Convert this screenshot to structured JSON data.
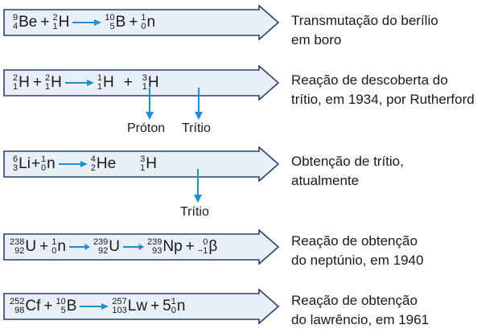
{
  "rows": [
    {
      "description": [
        "Transmutação do berílio",
        "em boro"
      ],
      "nuclides": [
        {
          "mass": "9",
          "atomic": "4",
          "symbol": "Be"
        },
        {
          "mass": "2",
          "atomic": "1",
          "symbol": "H"
        },
        {
          "mass": "10",
          "atomic": "5",
          "symbol": "B"
        },
        {
          "mass": "1",
          "atomic": "0",
          "symbol": "n"
        }
      ],
      "ops": [
        "+",
        "+"
      ]
    },
    {
      "description": [
        "Reação de descoberta do",
        "trítio, em 1934, por Rutherford"
      ],
      "nuclides": [
        {
          "mass": "2",
          "atomic": "1",
          "symbol": "H"
        },
        {
          "mass": "2",
          "atomic": "1",
          "symbol": "H"
        },
        {
          "mass": "1",
          "atomic": "1",
          "symbol": "H"
        },
        {
          "mass": "3",
          "atomic": "1",
          "symbol": "H"
        }
      ],
      "ops": [
        "+",
        "+"
      ],
      "product_labels": [
        "Próton",
        "Trítio"
      ]
    },
    {
      "description": [
        "Obtenção de trítio,",
        "atualmente"
      ],
      "nuclides": [
        {
          "mass": "6",
          "atomic": "3",
          "symbol": "Li"
        },
        {
          "mass": "1",
          "atomic": "0",
          "symbol": "n"
        },
        {
          "mass": "4",
          "atomic": "2",
          "symbol": "He"
        },
        {
          "mass": "3",
          "atomic": "1",
          "symbol": "H"
        }
      ],
      "ops": [
        "+"
      ],
      "product_labels": [
        "Trítio"
      ]
    },
    {
      "description": [
        "Reação de obtenção",
        "do neptúnio, em 1940"
      ],
      "nuclides": [
        {
          "mass": "238",
          "atomic": "92",
          "symbol": "U"
        },
        {
          "mass": "1",
          "atomic": "0",
          "symbol": "n"
        },
        {
          "mass": "239",
          "atomic": "92",
          "symbol": "U"
        },
        {
          "mass": "239",
          "atomic": "93",
          "symbol": "Np"
        },
        {
          "mass": "0",
          "atomic": "−1",
          "symbol": "β"
        }
      ],
      "ops": [
        "+",
        "+"
      ]
    },
    {
      "description": [
        "Reação de obtenção",
        "do lawrêncio, em 1961"
      ],
      "nuclides": [
        {
          "mass": "252",
          "atomic": "98",
          "symbol": "Cf"
        },
        {
          "mass": "10",
          "atomic": "5",
          "symbol": "B"
        },
        {
          "mass": "257",
          "atomic": "103",
          "symbol": "Lw"
        },
        {
          "mass": "1",
          "atomic": "0",
          "symbol": "n"
        }
      ],
      "ops": [
        "+",
        "+"
      ],
      "coefficient": "5"
    }
  ],
  "colors": {
    "box_fill": "#e9eff8",
    "box_stroke": "#2b3f6c",
    "arrow": "#1d8fd6"
  }
}
